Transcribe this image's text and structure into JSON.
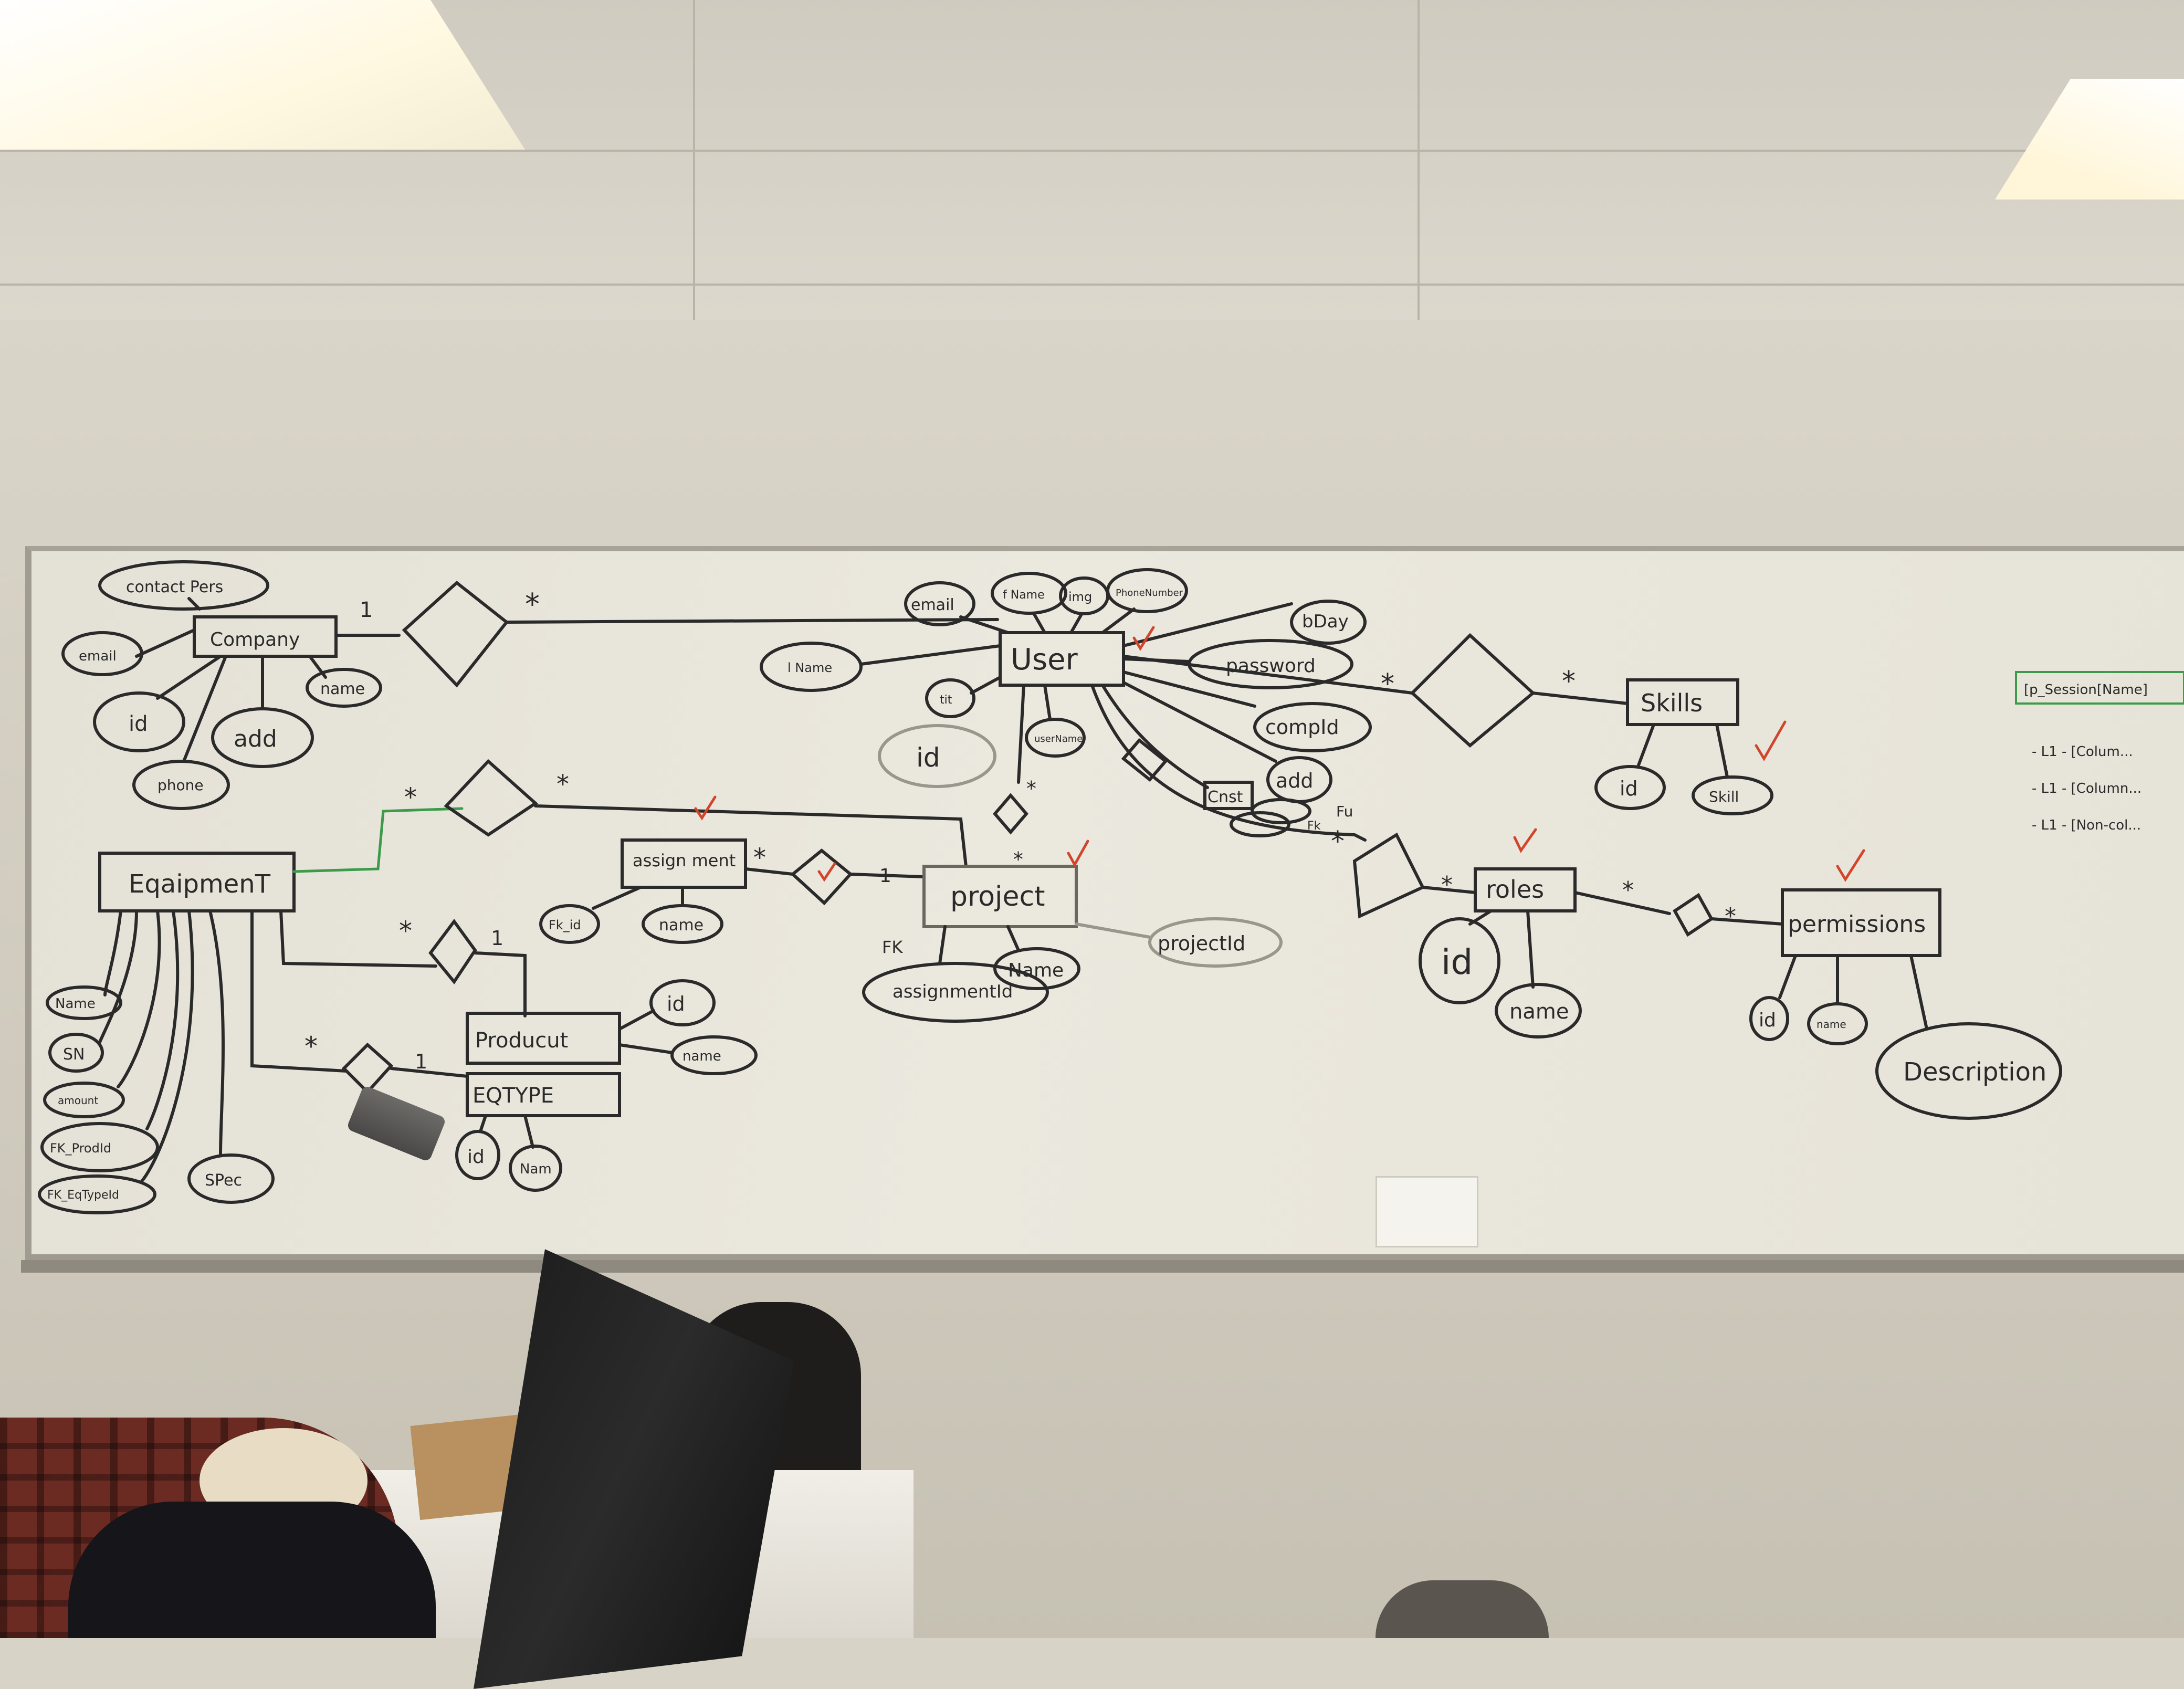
{
  "scene": {
    "description_items": {
      "whiteboard_color": "#e8e5da",
      "ink_color": "#2a2a2a",
      "check_color": "#d2452c",
      "green_ink": "#3c9a4a"
    }
  },
  "entities": {
    "company": "Company",
    "user": "User",
    "skills": "Skills",
    "equipment": "EqaipmenT",
    "assignment": "assign ment",
    "project": "project",
    "roles": "roles",
    "permissions": "permissions",
    "producut": "Producut",
    "eqtype": "EQTYPE",
    "const": "Cnst"
  },
  "attributes": {
    "company": [
      "contact Pers",
      "email",
      "id",
      "add",
      "name",
      "phone"
    ],
    "user": [
      "email",
      "f Name",
      "img",
      "PhoneNumber",
      "l Name",
      "tit",
      "id",
      "userName",
      "bDay",
      "password",
      "compId",
      "add"
    ],
    "skills": [
      "id",
      "Skill"
    ],
    "equipment": [
      "Name",
      "SN",
      "amount",
      "FK_ProdId",
      "FK_EqTypeId",
      "SPec"
    ],
    "assignment": [
      "Fk_id",
      "name"
    ],
    "project": [
      "assignmentId",
      "Name",
      "projectId"
    ],
    "roles": [
      "id",
      "name"
    ],
    "permissions": [
      "id",
      "name",
      "Description"
    ],
    "producut": [
      "id",
      "name"
    ],
    "eqtype": [
      "id",
      "Nam"
    ]
  },
  "cardinality": {
    "one": "1",
    "many": "*",
    "fk": "FK",
    "fu": "Fu",
    "fk_short": "Fk"
  },
  "side_notes": [
    "[p_Session[Name]",
    "- L1 - [Colum...",
    "- L1 - [Column...",
    "- L1 - [Non-col..."
  ]
}
